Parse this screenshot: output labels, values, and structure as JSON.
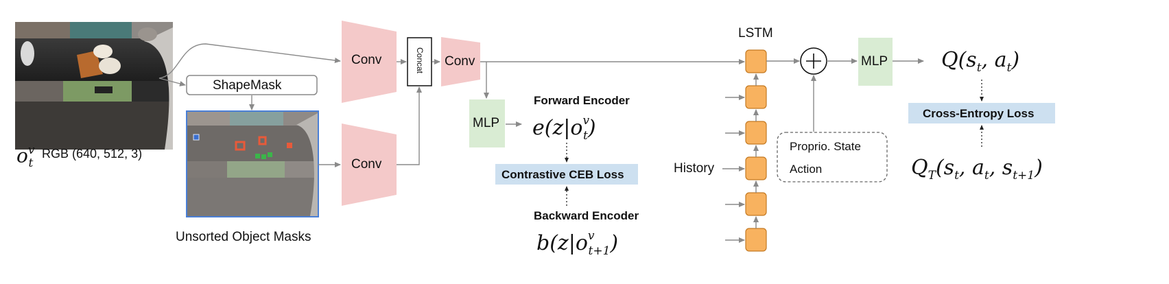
{
  "rgb_input": {
    "symbol": "o",
    "sup": "v",
    "sub": "t",
    "label": "RGB (640, 512, 3)"
  },
  "masks_caption": "Unsorted Object Masks",
  "shapemask_label": "ShapeMask",
  "conv_label": "Conv",
  "concat_label": "Concat",
  "lstm_label": "LSTM",
  "mlp_label": "MLP",
  "history_label": "History",
  "proprio_box": {
    "line1": "Proprio. State",
    "line2": "Action"
  },
  "forward_encoder": {
    "title": "Forward Encoder",
    "formula": "e(z|o",
    "sup": "v",
    "sub": "t",
    "close": ")"
  },
  "backward_encoder": {
    "title": "Backward Encoder",
    "formula": "b(z|o",
    "sup": "v",
    "sub": "t+1",
    "close": ")"
  },
  "ceb_loss": "Contrastive CEB Loss",
  "ce_loss": "Cross-Entropy Loss",
  "q_output": "Q(s",
  "q_sub_s": "t",
  "q_mid": ", a",
  "q_sub_a": "t",
  "q_close": ")",
  "qt_output": {
    "q": "Q",
    "qsub": "T",
    "p1": "(s",
    "s1": "t",
    "p2": ", a",
    "s2": "t",
    "p3": ", s",
    "s3": "t+1",
    "p4": ")"
  },
  "plus_symbol": "+",
  "colors": {
    "conv_fill": "#f4c9c9",
    "mlp_fill": "#d9ecd3",
    "lstm_cell": "#f8b25f",
    "lstm_cell_border": "#c47a23",
    "loss_fill": "#cde0f0",
    "mask_border": "#4a7fd6",
    "arrow": "#8a8a8a"
  },
  "icons": [
    "rgb-photo",
    "mask-photo",
    "plus-circle-icon"
  ]
}
